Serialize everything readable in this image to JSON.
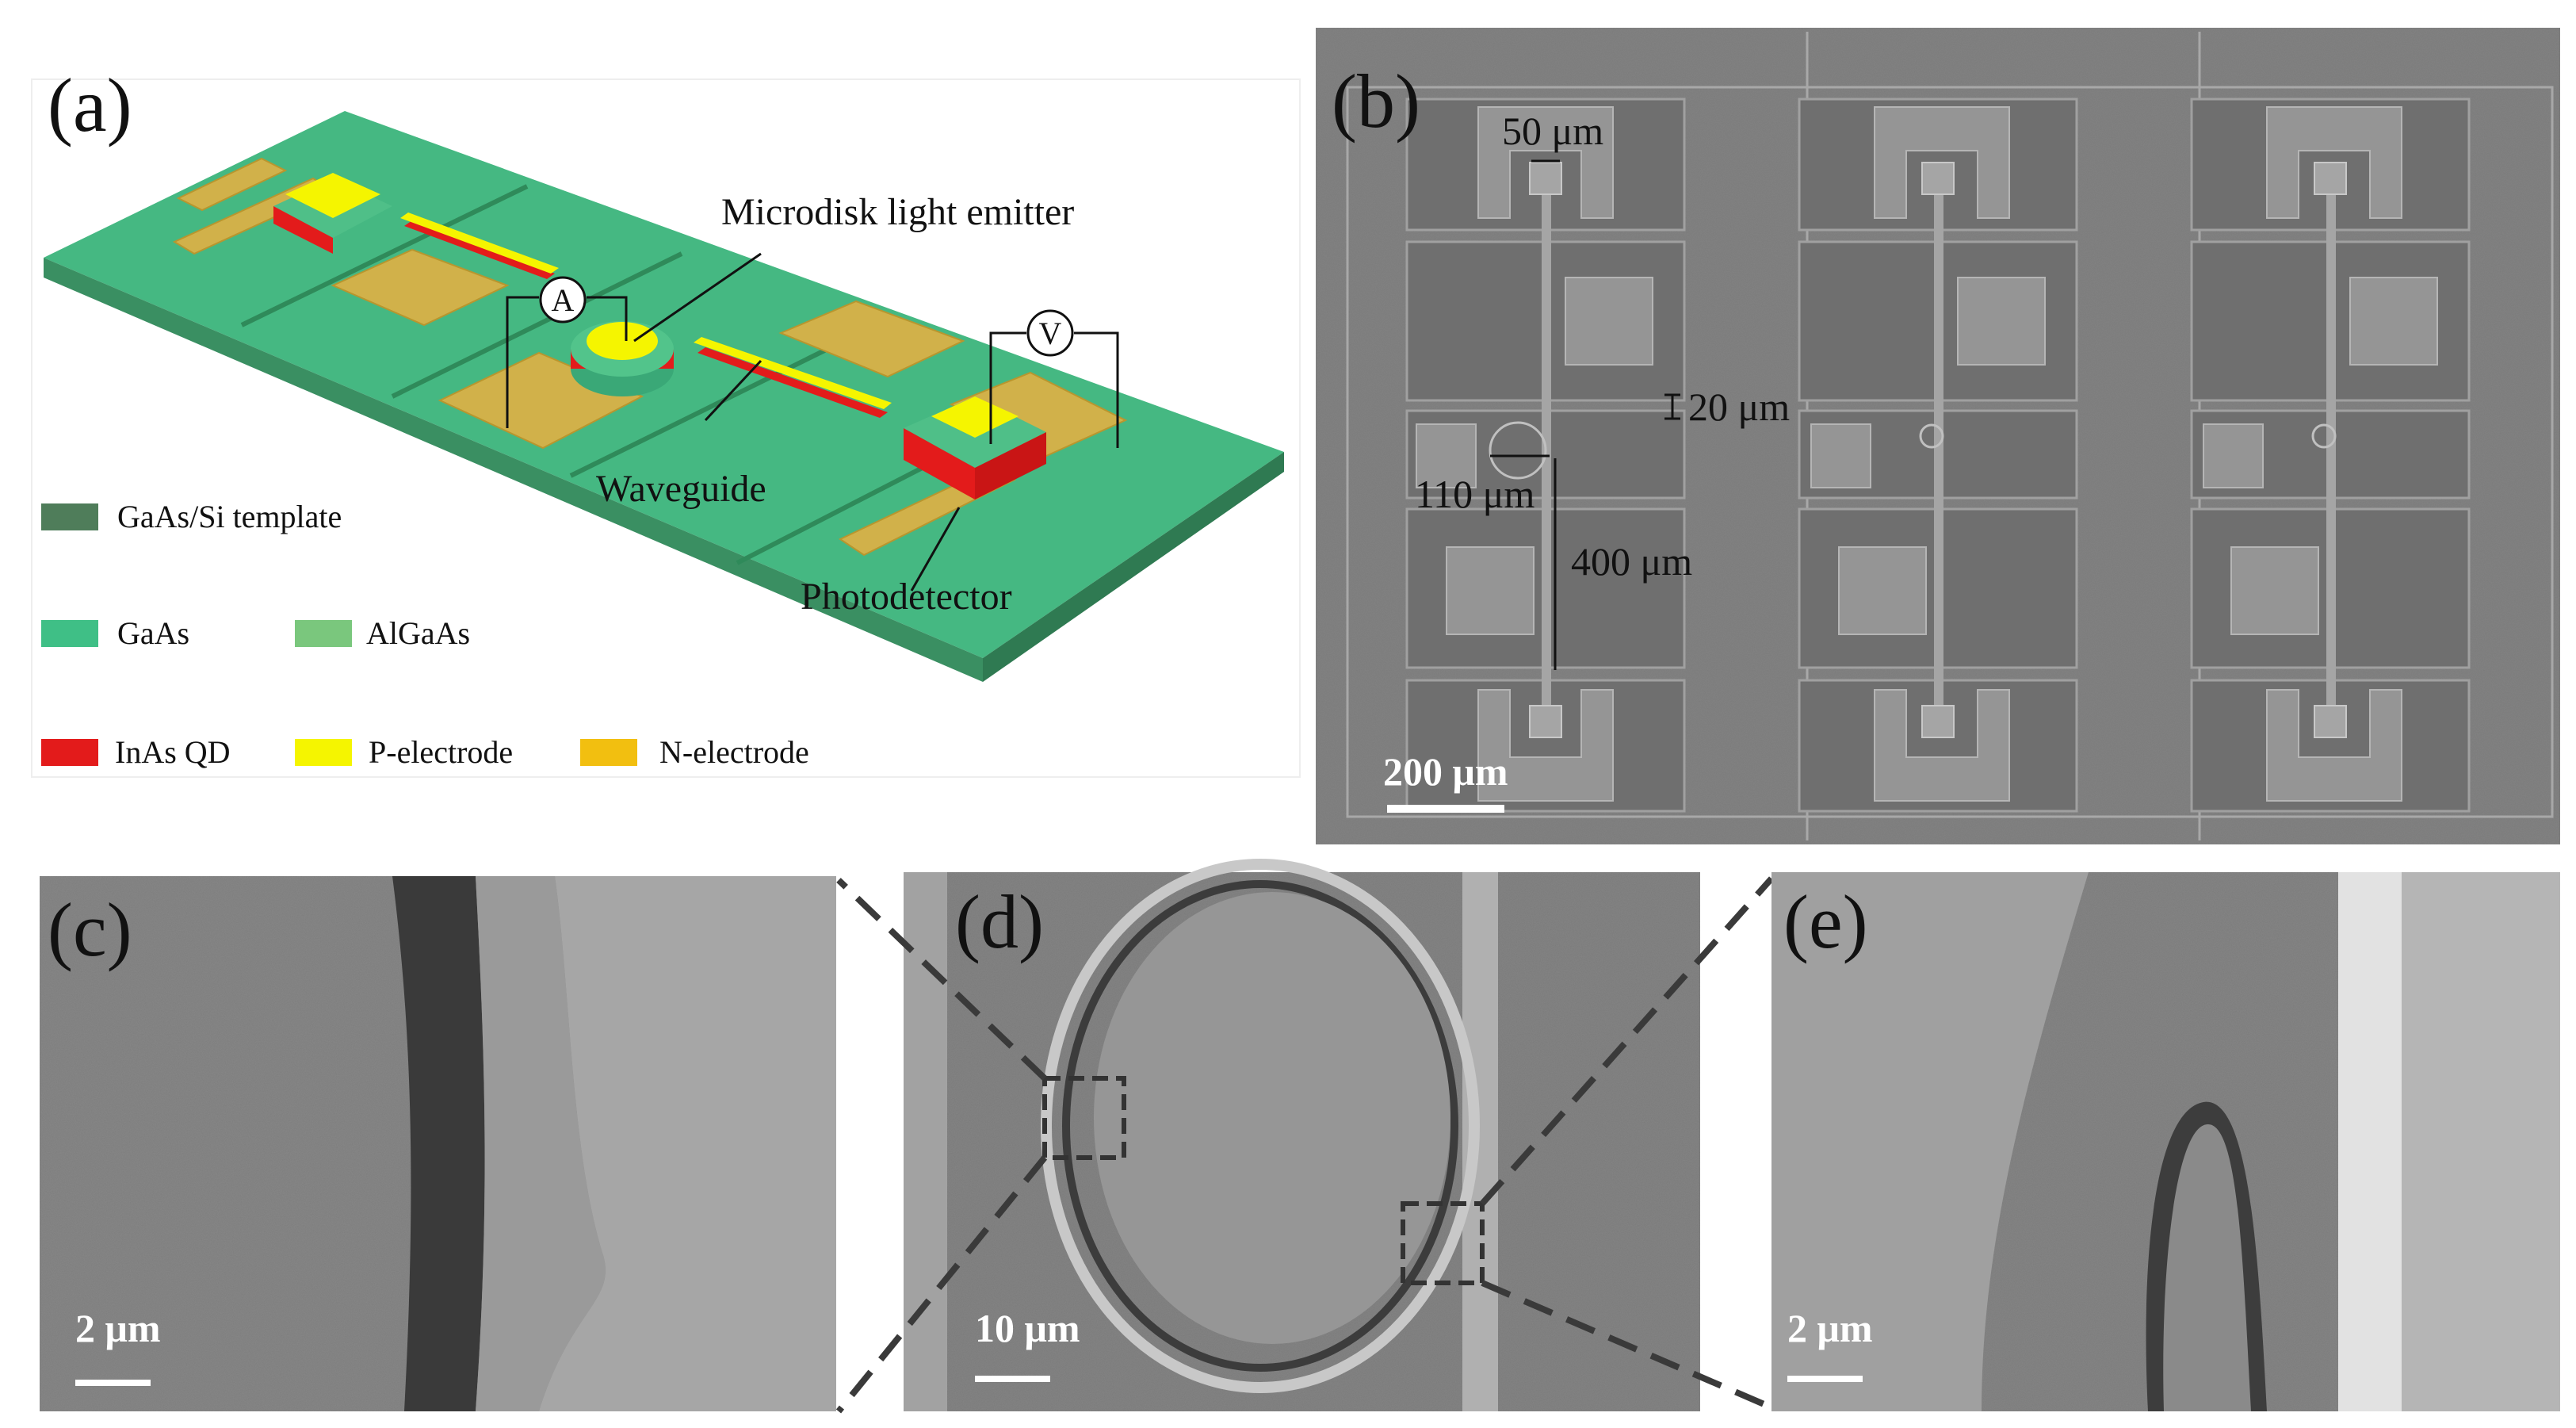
{
  "panels": {
    "a": {
      "label": "(a)",
      "callouts": {
        "microdisk": "Microdisk light emitter",
        "waveguide": "Waveguide",
        "photodetector": "Photodetector",
        "ammeter": "A",
        "voltmeter": "V"
      },
      "legend": [
        {
          "label": "GaAs/Si template",
          "color": "#4f7d5a"
        },
        {
          "label": "GaAs",
          "color": "#3fbf86"
        },
        {
          "label": "AlGaAs",
          "color": "#7ac77d"
        },
        {
          "label": "InAs QD",
          "color": "#e31b1b"
        },
        {
          "label": "P-electrode",
          "color": "#f5f500"
        },
        {
          "label": "N-electrode",
          "color": "#f2bf10"
        }
      ]
    },
    "b": {
      "label": "(b)",
      "dims": {
        "d50": "50 μm",
        "d20": "20 μm",
        "d110": "110 μm",
        "d400": "400 μm"
      },
      "scalebar": "200 μm"
    },
    "c": {
      "label": "(c)",
      "scalebar": "2 μm"
    },
    "d": {
      "label": "(d)",
      "scalebar": "10 μm"
    },
    "e": {
      "label": "(e)",
      "scalebar": "2 μm"
    }
  }
}
